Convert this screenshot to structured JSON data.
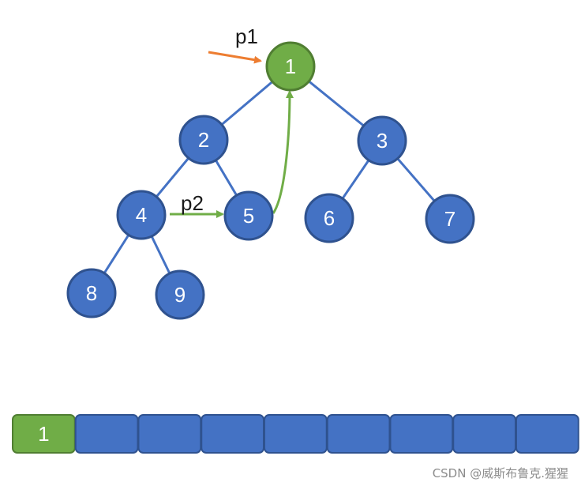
{
  "colors": {
    "node_fill": "#4472c4",
    "node_stroke": "#2f528f",
    "edge": "#4472c4",
    "highlight_fill": "#70ad47",
    "highlight_stroke": "#507e32",
    "arrow_p1": "#ed7d31",
    "arrow_p2": "#70ad47"
  },
  "tree": {
    "nodes": [
      {
        "id": "1",
        "label": "1",
        "highlight": true
      },
      {
        "id": "2",
        "label": "2",
        "highlight": false
      },
      {
        "id": "3",
        "label": "3",
        "highlight": false
      },
      {
        "id": "4",
        "label": "4",
        "highlight": false
      },
      {
        "id": "5",
        "label": "5",
        "highlight": false
      },
      {
        "id": "6",
        "label": "6",
        "highlight": false
      },
      {
        "id": "7",
        "label": "7",
        "highlight": false
      },
      {
        "id": "8",
        "label": "8",
        "highlight": false
      },
      {
        "id": "9",
        "label": "9",
        "highlight": false
      }
    ],
    "edges": [
      [
        "1",
        "2"
      ],
      [
        "1",
        "3"
      ],
      [
        "2",
        "4"
      ],
      [
        "2",
        "5"
      ],
      [
        "3",
        "6"
      ],
      [
        "3",
        "7"
      ],
      [
        "4",
        "8"
      ],
      [
        "4",
        "9"
      ]
    ]
  },
  "pointers": {
    "p1": {
      "label": "p1",
      "target": "1"
    },
    "p2": {
      "label": "p2",
      "from": "4",
      "target": "5"
    },
    "return_arrow": {
      "from": "5",
      "to": "1"
    }
  },
  "array": {
    "cells": [
      {
        "label": "1",
        "highlight": true
      },
      {
        "label": "",
        "highlight": false
      },
      {
        "label": "",
        "highlight": false
      },
      {
        "label": "",
        "highlight": false
      },
      {
        "label": "",
        "highlight": false
      },
      {
        "label": "",
        "highlight": false
      },
      {
        "label": "",
        "highlight": false
      },
      {
        "label": "",
        "highlight": false
      },
      {
        "label": "",
        "highlight": false
      }
    ]
  },
  "watermark": "CSDN @威斯布鲁克.猩猩"
}
